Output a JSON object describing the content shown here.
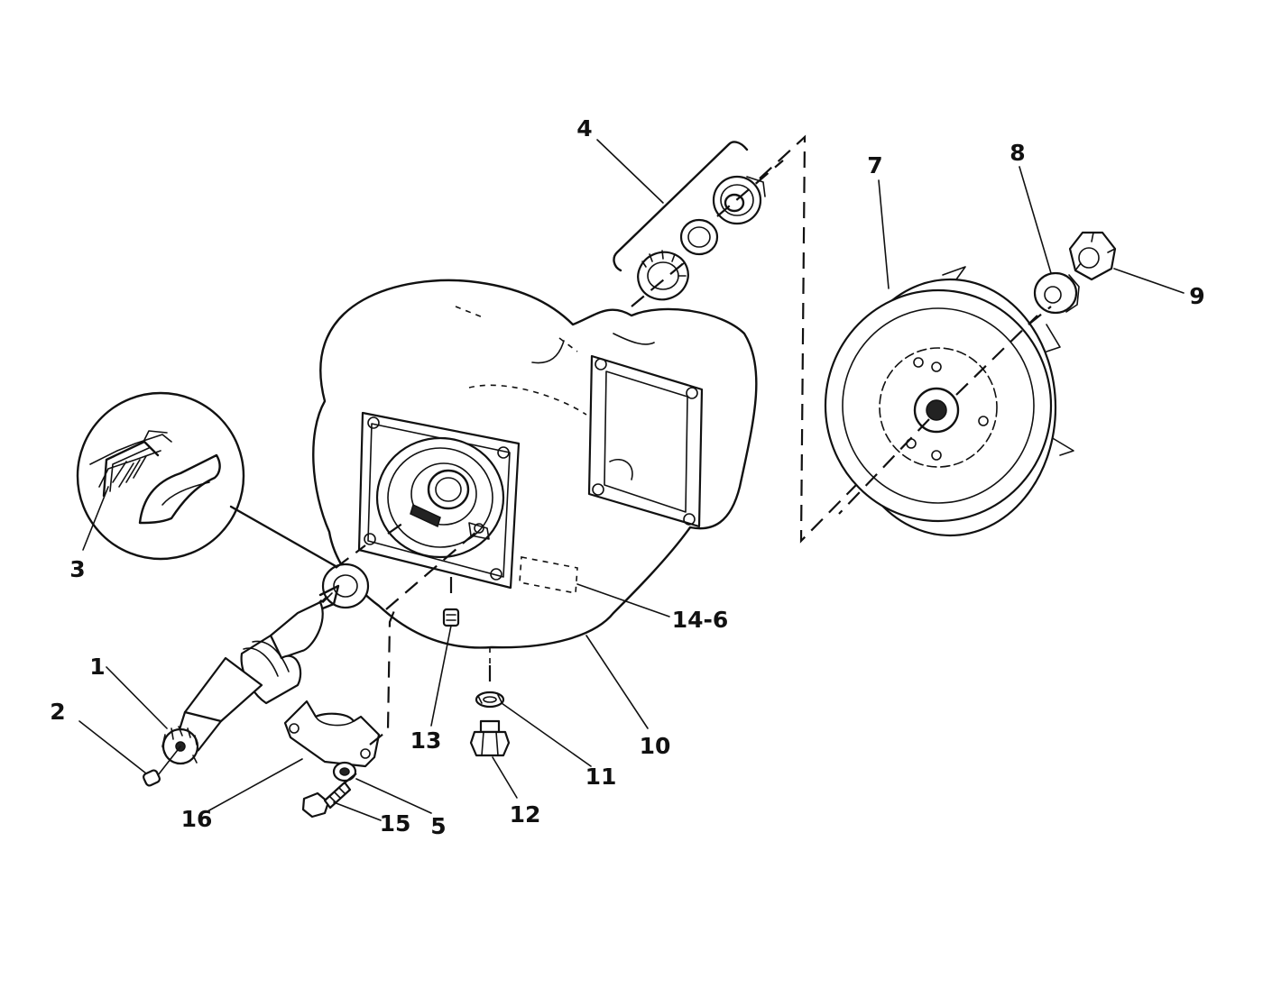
{
  "callouts": {
    "c1": "1",
    "c2": "2",
    "c3": "3",
    "c4": "4",
    "c5": "5",
    "c7": "7",
    "c8": "8",
    "c9": "9",
    "c10": "10",
    "c11": "11",
    "c12": "12",
    "c13": "13",
    "c14": "14-6",
    "c15": "15",
    "c16": "16"
  },
  "colors": {
    "ink": "#111111",
    "paper": "#ffffff"
  }
}
